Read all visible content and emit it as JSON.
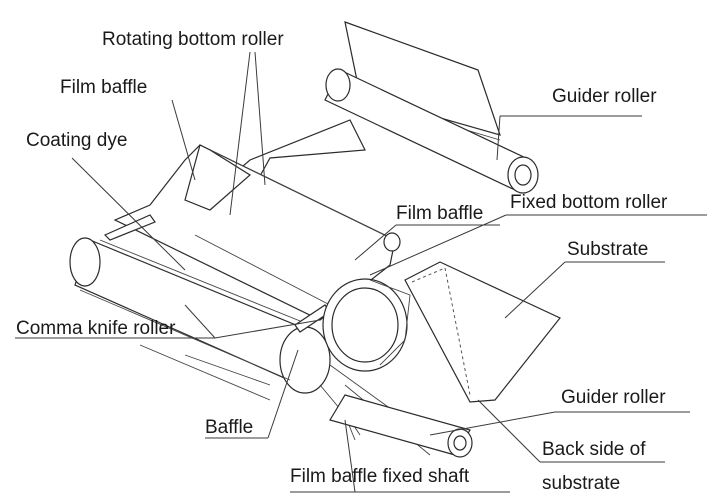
{
  "labels": {
    "rotating_bottom_roller": "Rotating bottom roller",
    "film_baffle_top": "Film baffle",
    "coating_dye": "Coating dye",
    "guider_roller_top": "Guider roller",
    "film_baffle_mid": "Film baffle",
    "fixed_bottom_roller": "Fixed bottom roller",
    "substrate": "Substrate",
    "comma_knife_roller": "Comma knife roller",
    "guider_roller_bottom": "Guider roller",
    "baffle": "Baffle",
    "back_side_line1": "Back side of",
    "back_side_line2": "substrate",
    "film_baffle_fixed_shaft": "Film baffle fixed shaft"
  }
}
